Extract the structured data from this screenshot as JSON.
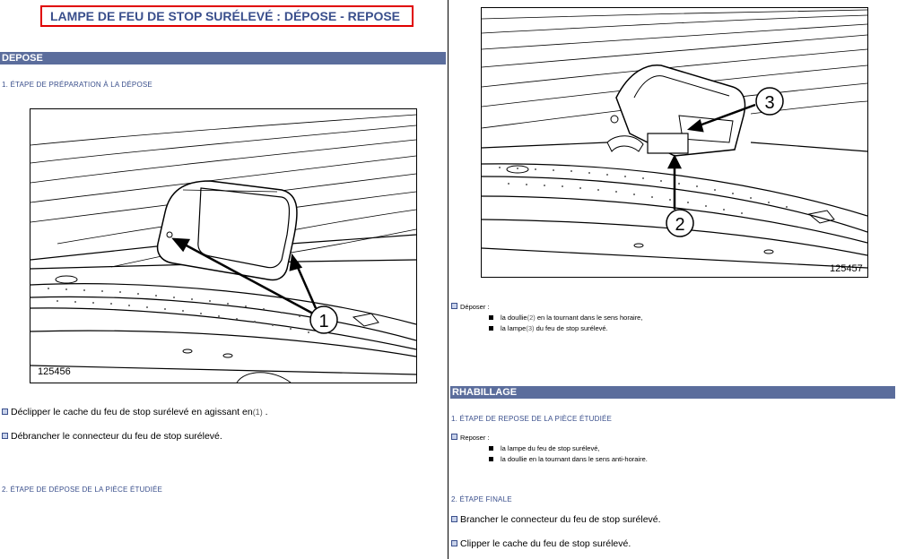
{
  "title": "LAMPE DE FEU DE STOP SURÉLEVÉ : DÉPOSE - REPOSE",
  "left": {
    "section_bar": "DEPOSE",
    "step1": "1. ÉTAPE DE PRÉPARATION À LA DÉPOSE",
    "figure_number": "125456",
    "callout_1": "1",
    "instr1_text": "Déclipper le cache du feu de stop surélevé en agissant en",
    "instr1_ref": "(1)",
    "instr1_end": " .",
    "instr2_text": "Débrancher le connecteur du feu de stop surélevé.",
    "step2": "2. ÉTAPE DE DÉPOSE DE LA PIÈCE ÉTUDIÉE"
  },
  "right": {
    "figure_number": "125457",
    "callout_2": "2",
    "callout_3": "3",
    "deposer_label": "Déposer :",
    "deposer_items": [
      {
        "pre": "la  doullie",
        "ref": "(2)",
        "post": " en la tournant dans le sens horaire,"
      },
      {
        "pre": "la  lampe",
        "ref": "(3)",
        "post": " du feu de stop surélevé."
      }
    ],
    "section_bar": "RHABILLAGE",
    "step1": "1. ÉTAPE DE REPOSE DE LA PIÈCE ÉTUDIÉE",
    "reposer_label": "Reposer :",
    "reposer_items": [
      "la lampe du feu de stop surélevé,",
      "la doullie en la tournant dans le sens anti-horaire."
    ],
    "step2": "2. ÉTAPE FINALE",
    "final1": "Brancher le connecteur du feu de stop surélevé.",
    "final2": "Clipper le cache du feu de stop surélevé."
  }
}
